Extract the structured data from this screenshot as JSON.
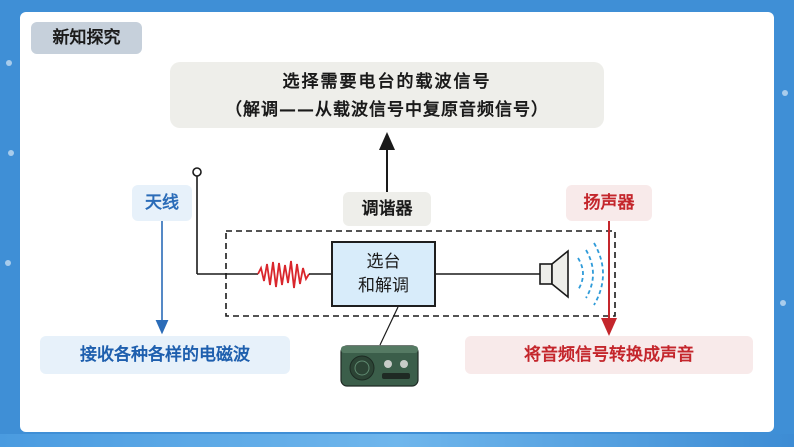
{
  "section_tag": "新知探究",
  "top_box": {
    "line1": "选择需要电台的载波信号",
    "line2": "（解调——从载波信号中复原音频信号）"
  },
  "labels": {
    "antenna": "天线",
    "tuner": "调谐器",
    "speaker": "扬声器",
    "selector_line1": "选台",
    "selector_line2": "和解调",
    "antenna_function": "接收各种各样的电磁波",
    "speaker_function": "将音频信号转换成声音"
  },
  "colors": {
    "frame_blue": "#3f8fd6",
    "antenna_blue": "#2b6cb8",
    "speaker_red": "#c4262c",
    "wave_red": "#d9262c",
    "selector_fill": "#d8ecfa"
  },
  "icons": [
    "radio-icon",
    "speaker-icon",
    "sound-wave-icon",
    "signal-wave-icon",
    "antenna-icon"
  ]
}
